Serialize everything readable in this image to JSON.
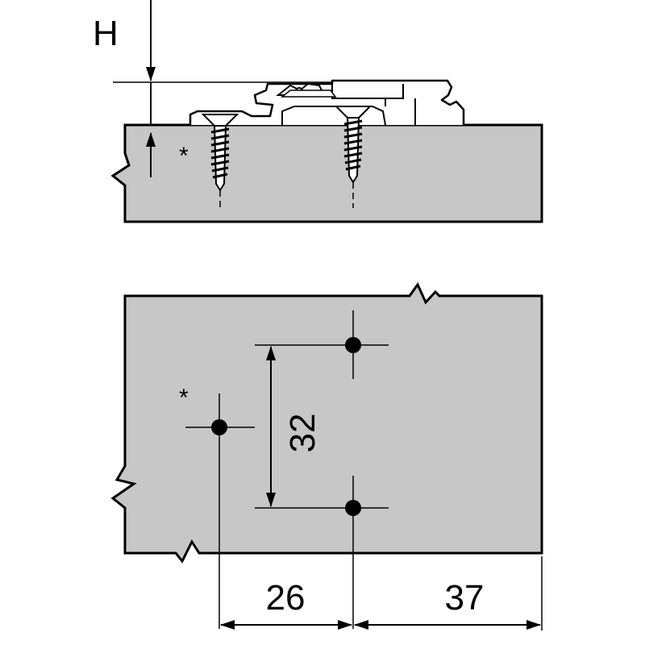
{
  "labels": {
    "height": "H",
    "asterisk_side": "*",
    "asterisk_plan": "*",
    "vertical_spacing": "32",
    "horizontal_left": "26",
    "horizontal_right": "37"
  },
  "colors": {
    "panel": "#c7c7c7",
    "line": "#000000",
    "plate": "#ffffff"
  }
}
